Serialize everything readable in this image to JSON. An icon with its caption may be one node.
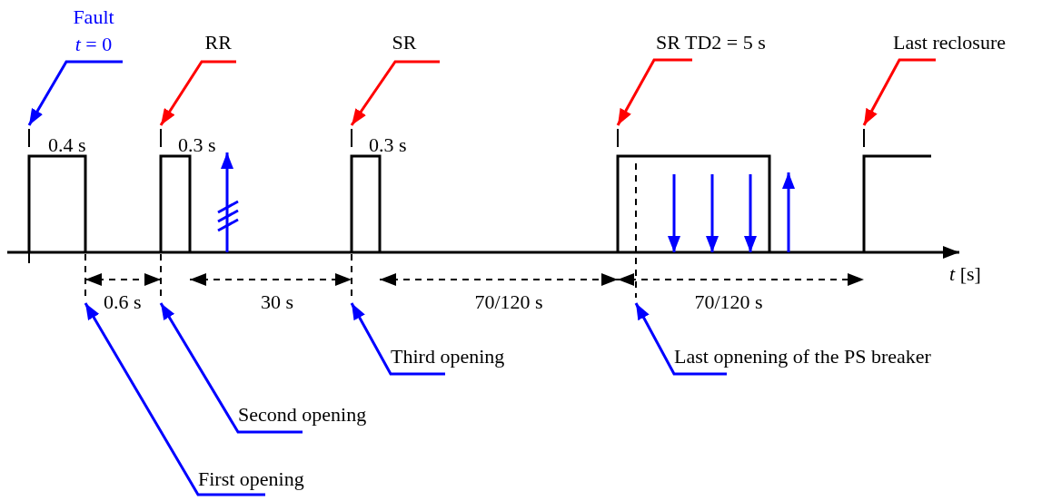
{
  "diagram": {
    "nodes": [
      {
        "text": [
          "Fault *t* = 0"
        ]
      },
      {
        "text": [
          "RR"
        ]
      },
      {
        "text": [
          "SR"
        ]
      },
      {
        "text": [
          "SR TD2 = 5 s"
        ]
      },
      {
        "text": [
          "Last reclosure"
        ]
      },
      {
        "text": [
          "Third opening"
        ]
      },
      {
        "text": [
          "Last opnening of the PS breaker"
        ]
      },
      {
        "text": [
          "Second opening"
        ]
      },
      {
        "text": [
          "First opening"
        ]
      }
    ],
    "edges": [
      {
        "from": 0,
        "to": null,
        "arrow": "to"
      },
      {
        "from": 1,
        "to": null,
        "arrow": "to",
        "color": "#ff0000"
      },
      {
        "from": 2,
        "to": null,
        "arrow": "to",
        "color": "#ff0000"
      },
      {
        "from": 3,
        "to": null,
        "arrow": "to",
        "color": "#ff0000"
      },
      {
        "from": 4,
        "to": null,
        "arrow": "to",
        "color": "#ff0000"
      },
      {
        "from": 5,
        "to": null,
        "arrow": "to"
      },
      {
        "from": 6,
        "to": null,
        "arrow": "to"
      },
      {
        "from": 7,
        "to": null,
        "arrow": "to"
      },
      {
        "from": 8,
        "to": null,
        "arrow": "to"
      }
    ],
    "labels": [
      "0.4 s",
      "0.3 s",
      "0.3 s",
      "0.6 s",
      "30 s",
      "70/120 s",
      "70/120 s",
      "*t* [s]"
    ]
  }
}
